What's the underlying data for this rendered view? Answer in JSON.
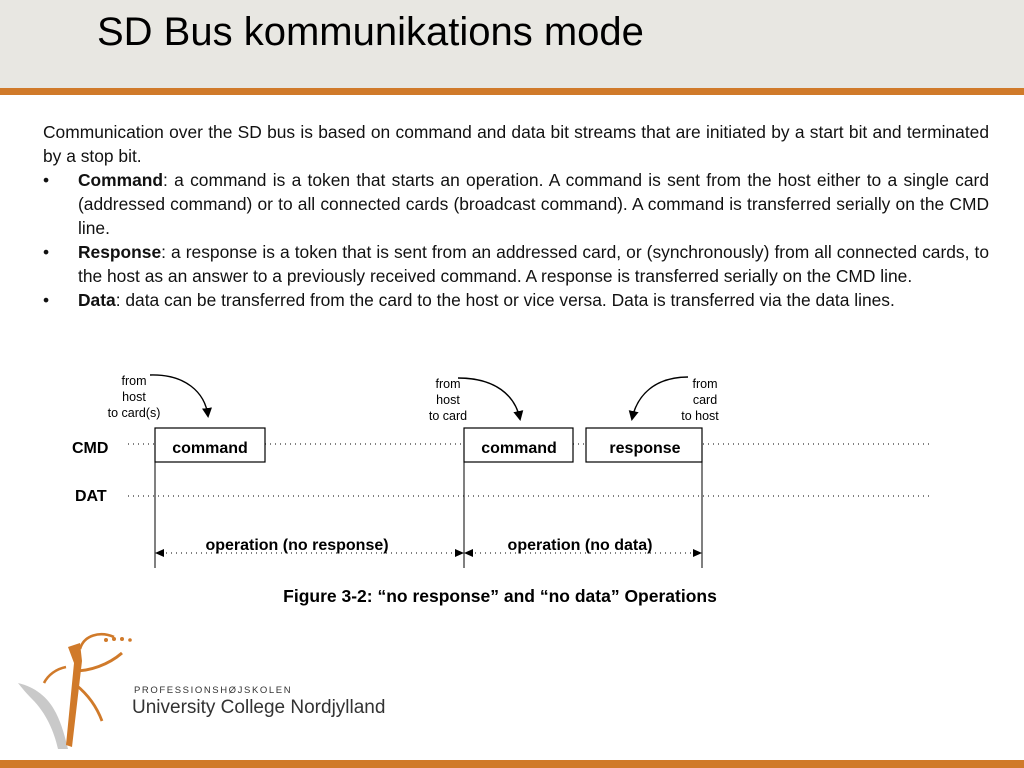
{
  "slide": {
    "title": "SD Bus kommunikations mode",
    "intro": "Communication over the SD bus is based on command and data bit streams that are initiated by a start bit and terminated by a stop bit.",
    "bullets": [
      {
        "term": "Command",
        "text": ": a command is a token that starts an operation. A command is sent from the host either to a single card (addressed command) or to all connected cards (broadcast command). A command is transferred serially on the CMD line."
      },
      {
        "term": "Response",
        "text": ": a response is a token that is sent from an addressed card, or (synchronously) from all connected cards, to the host as an answer to a previously received command. A response is transferred serially on the CMD line."
      },
      {
        "term": "Data",
        "text": ": data can be transferred from the card to the host or vice versa. Data is transferred via the data lines."
      }
    ],
    "bullet_symbol": "•"
  },
  "diagram": {
    "lines": {
      "cmd": "CMD",
      "dat": "DAT"
    },
    "boxes": {
      "command1": "command",
      "command2": "command",
      "response": "response"
    },
    "annotations": {
      "from_host_to_cards": [
        "from",
        "host",
        "to card(s)"
      ],
      "from_host_to_card": [
        "from",
        "host",
        "to card"
      ],
      "from_card_to_host": [
        "from",
        "card",
        "to host"
      ]
    },
    "operations": {
      "no_response": "operation (no response)",
      "no_data": "operation (no data)"
    },
    "caption": "Figure 3-2: “no response” and “no data” Operations"
  },
  "footer": {
    "institution_small": "PROFESSIONSHØJSKOLEN",
    "institution_large": "University College Nordjylland"
  },
  "colors": {
    "accent": "#d07a2a",
    "header_bg": "#e8e7e2",
    "logo_gray": "#9a9a9a"
  }
}
